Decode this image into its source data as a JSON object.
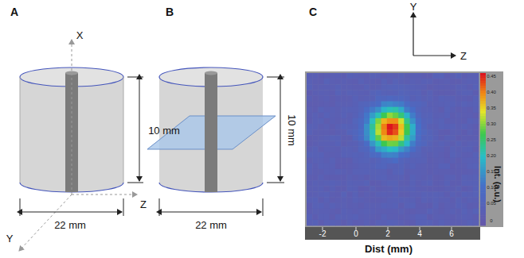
{
  "diagram": {
    "labels": [
      "A",
      "X",
      "10 mm",
      "22 mm",
      "Z",
      "Y",
      "B",
      "10 mm",
      "22 mm",
      "C",
      "Y",
      "Z",
      "Int. (a.u.)",
      "0.45",
      "0.40",
      "0.35",
      "0.30",
      "0.25",
      "0.20",
      "0.15",
      "0.10",
      "0.05",
      "0",
      "-2",
      "0",
      "2",
      "4",
      "6",
      "Dist (mm)"
    ]
  }
}
